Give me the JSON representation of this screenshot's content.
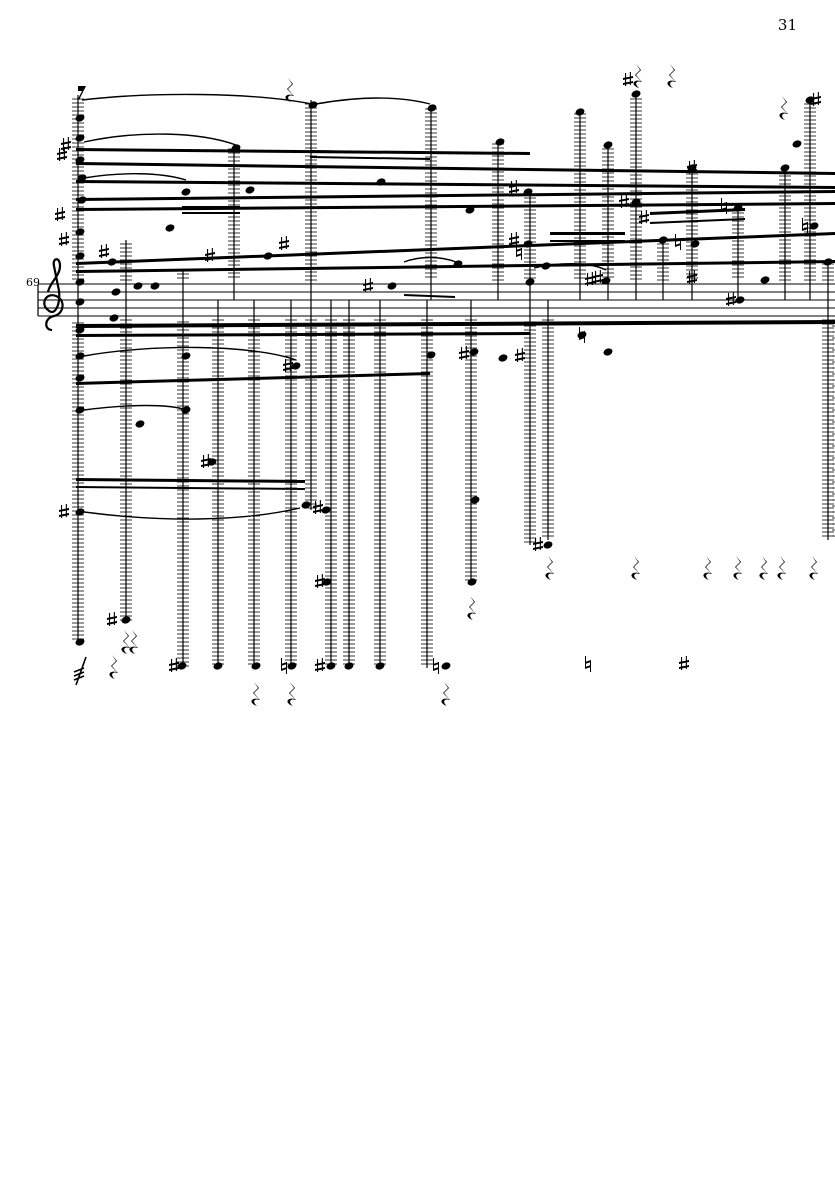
{
  "page": {
    "number": "31"
  },
  "system": {
    "measure_number": "69",
    "clef": "treble-clef"
  },
  "colors": {
    "ink": "#000000",
    "paper": "#ffffff"
  },
  "notation": {
    "flags": [
      {
        "name": "flag-top-left"
      }
    ],
    "rest_symbols": [
      "quarter-rest-icon"
    ]
  }
}
